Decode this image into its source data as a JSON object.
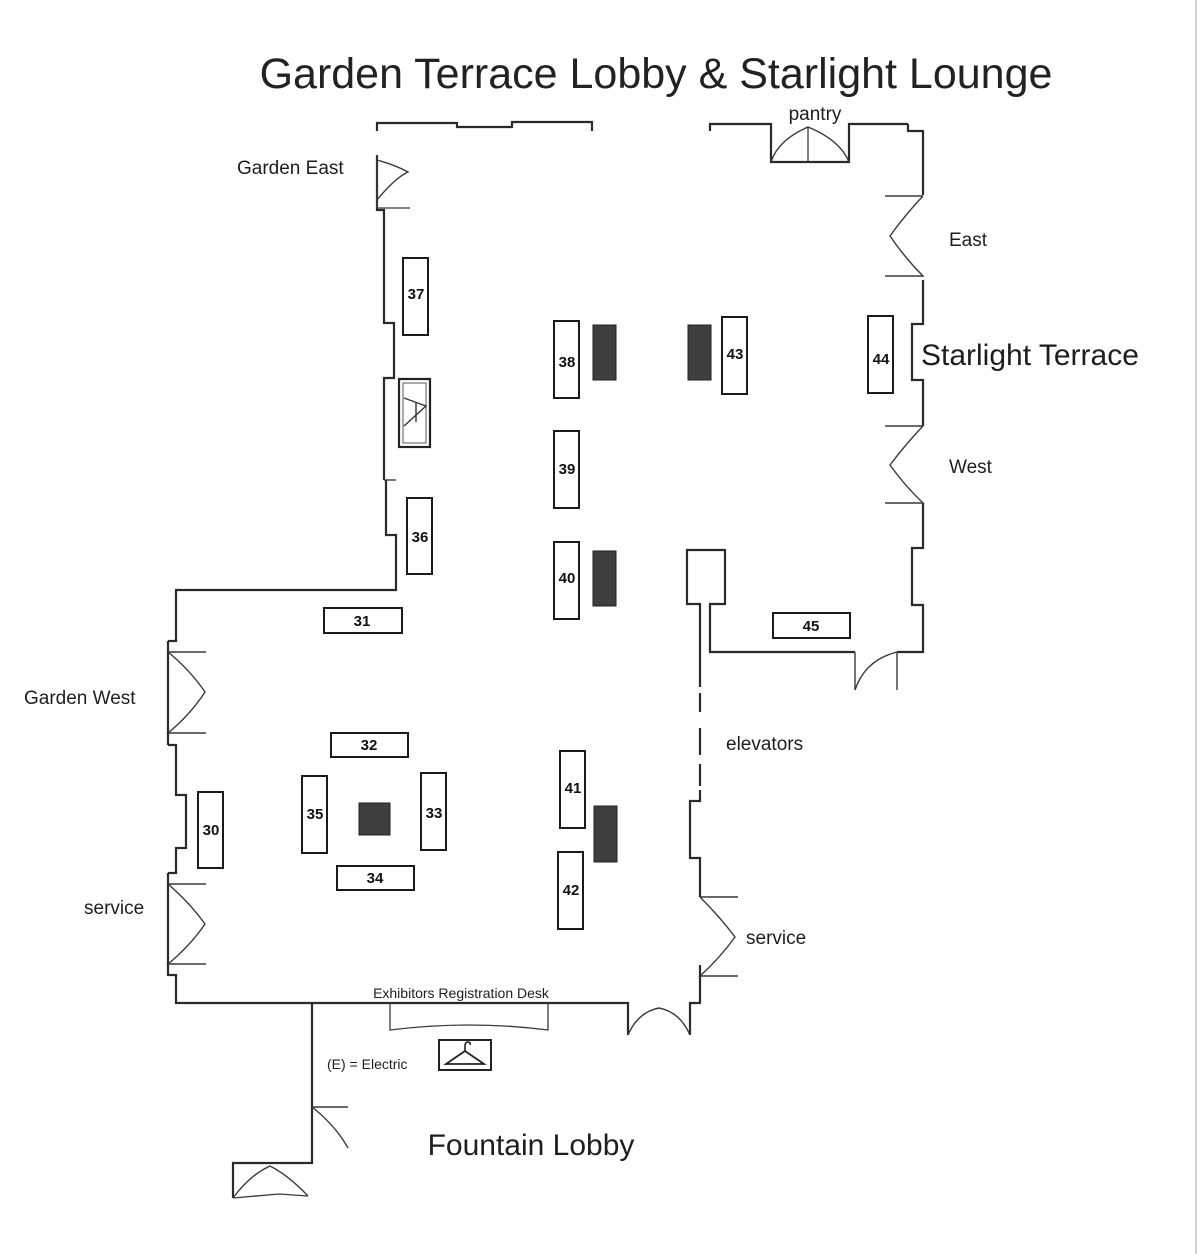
{
  "title": "Garden Terrace Lobby & Starlight Lounge",
  "labels": {
    "pantry": "pantry",
    "garden_east": "Garden East",
    "east": "East",
    "starlight_terrace": "Starlight Terrace",
    "west": "West",
    "garden_west": "Garden West",
    "elevators": "elevators",
    "service_left": "service",
    "service_right": "service",
    "registration_desk": "Exhibitors Registration Desk",
    "electric_key": "(E) = Electric",
    "fountain_lobby": "Fountain Lobby"
  },
  "booths": [
    "30",
    "31",
    "32",
    "33",
    "34",
    "35",
    "36",
    "37",
    "38",
    "39",
    "40",
    "41",
    "42",
    "43",
    "44",
    "45"
  ],
  "icons": [
    "coat-check-icon",
    "bar-icon"
  ]
}
